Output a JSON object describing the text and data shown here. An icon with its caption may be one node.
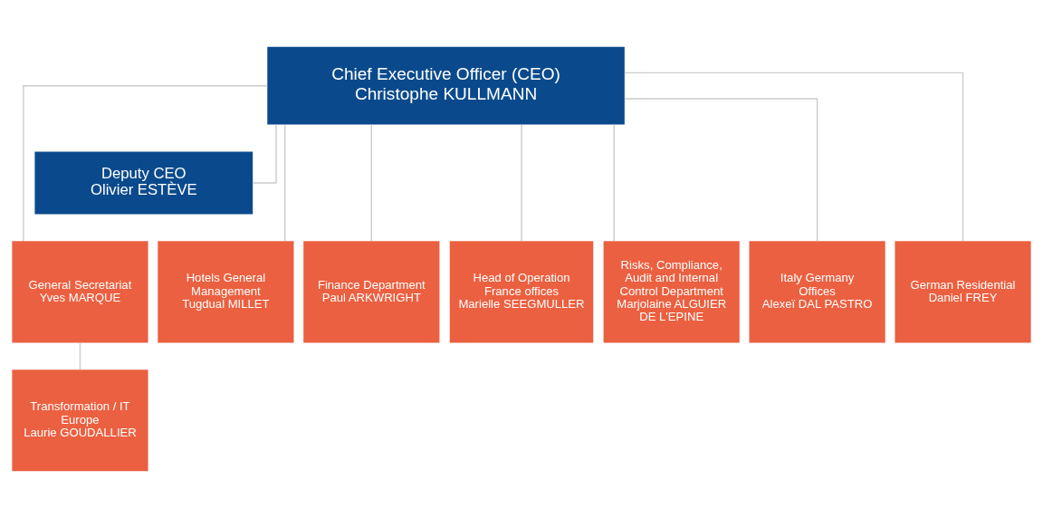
{
  "diagram": {
    "nodes": [
      {
        "text": [
          "Chief Executive Officer (CEO)",
          "Christophe KULLMANN"
        ]
      },
      {
        "text": [
          "Deputy CEO",
          "Olivier ESTÈVE"
        ]
      },
      {
        "text": [
          "General Secretariat",
          "Yves MARQUE"
        ]
      },
      {
        "text": [
          "Hotels General Management",
          "Tugdual MILLET"
        ]
      },
      {
        "text": [
          "Finance Department",
          "Paul ARKWRIGHT"
        ]
      },
      {
        "text": [
          "Head of Operation France offices",
          "Marielle SEEGMULLER"
        ]
      },
      {
        "text": [
          "Risks, Compliance, Audit and Internal Control Department",
          "Marjolaine ALGUIER DE L'EPINE"
        ]
      },
      {
        "text": [
          "Italy Germany Offices",
          "Alexeï DAL PASTRO"
        ]
      },
      {
        "text": [
          "German Residential",
          "Daniel FREY"
        ]
      },
      {
        "text": [
          "Transformation / IT Europe",
          "Laurie GOUDALLIER"
        ]
      }
    ],
    "edges": [
      {
        "from": 0,
        "to": 1,
        "arrow": "none"
      },
      {
        "from": 0,
        "to": 2,
        "arrow": "none"
      },
      {
        "from": 0,
        "to": 3,
        "arrow": "none"
      },
      {
        "from": 0,
        "to": 4,
        "arrow": "none"
      },
      {
        "from": 0,
        "to": 5,
        "arrow": "none"
      },
      {
        "from": 0,
        "to": 6,
        "arrow": "none"
      },
      {
        "from": 0,
        "to": 7,
        "arrow": "none"
      },
      {
        "from": 0,
        "to": 8,
        "arrow": "none"
      },
      {
        "from": 2,
        "to": 9,
        "arrow": "none"
      }
    ]
  }
}
